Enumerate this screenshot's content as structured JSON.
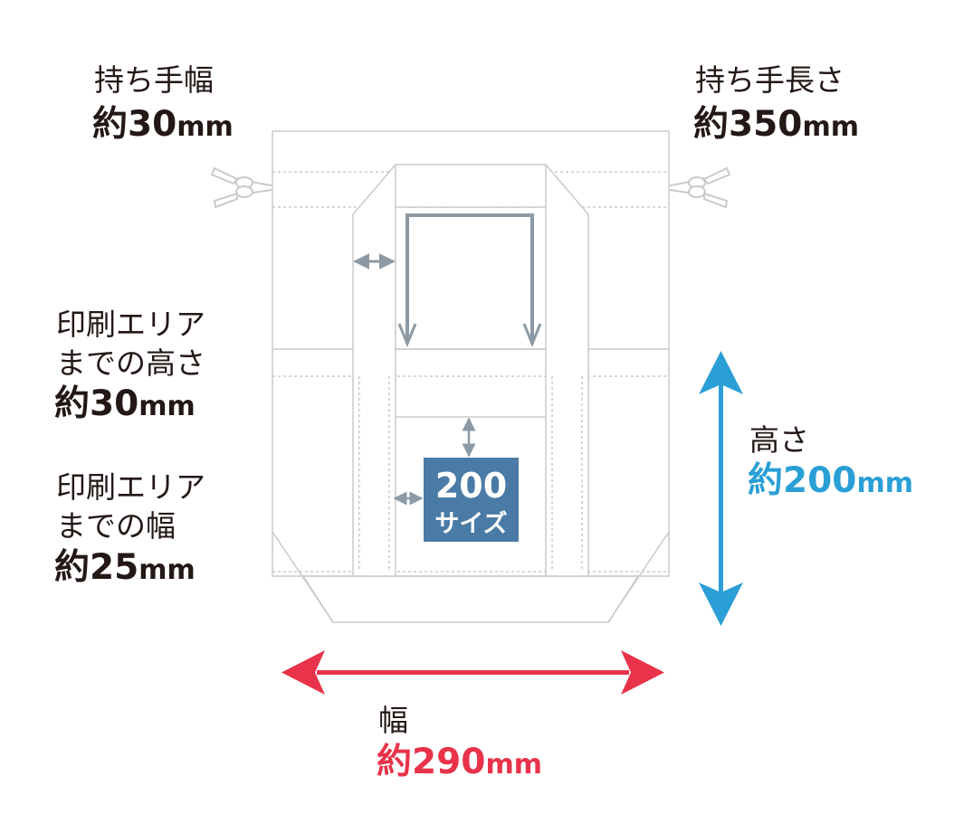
{
  "handle_width": {
    "caption": "持ち手幅",
    "prefix": "約",
    "number": "30",
    "unit": "mm"
  },
  "handle_length": {
    "caption": "持ち手長さ",
    "prefix": "約",
    "number": "350",
    "unit": "mm"
  },
  "print_area_top": {
    "caption_line1": "印刷エリア",
    "caption_line2": "までの高さ",
    "prefix": "約",
    "number": "30",
    "unit": "mm"
  },
  "print_area_side": {
    "caption_line1": "印刷エリア",
    "caption_line2": "までの幅",
    "prefix": "約",
    "number": "25",
    "unit": "mm"
  },
  "height": {
    "caption": "高さ",
    "prefix": "約",
    "number": "200",
    "unit": "mm"
  },
  "width": {
    "caption": "幅",
    "prefix": "約",
    "number": "290",
    "unit": "mm"
  },
  "print_box": {
    "size": "200",
    "text": "サイズ"
  },
  "colors": {
    "text": "#231815",
    "outline": "#c9caca",
    "gray_arrow": "#8c9aa5",
    "print_box": "#4a7ba6",
    "height_accent": "#2a9fd6",
    "width_accent": "#e8334a"
  }
}
